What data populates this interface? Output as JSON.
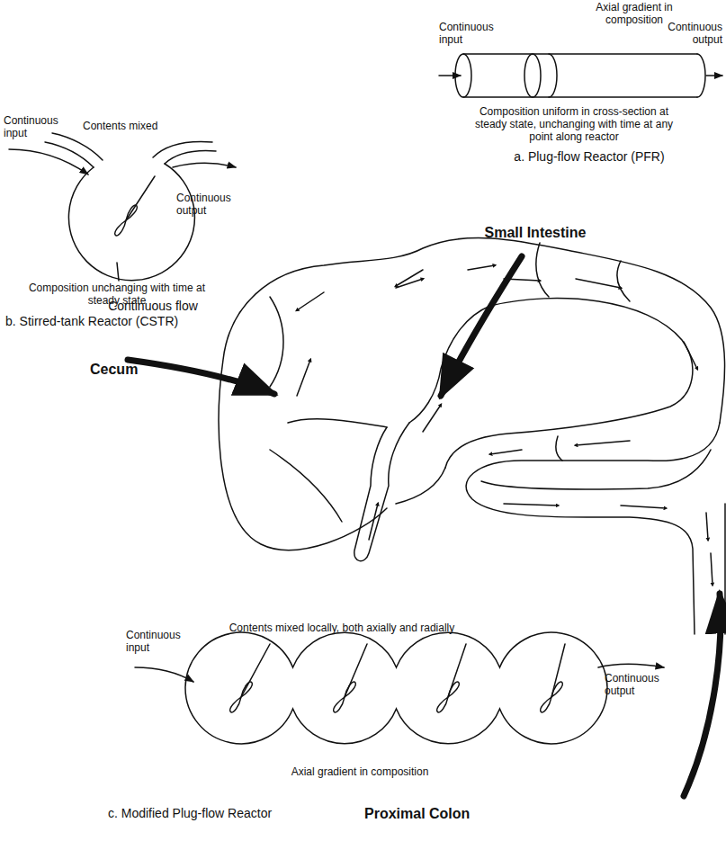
{
  "diagram": {
    "labels": [
      "Axial gradient in composition",
      "Continuous input",
      "Continuous output",
      "Composition uniform in cross-section at steady state, unchanging with time at any point along reactor",
      "a. Plug-flow Reactor (PFR)",
      "Continuous input",
      "Contents mixed",
      "Continuous output",
      "Composition unchanging with time at steady state",
      "Continuous flow",
      "b. Stirred-tank Reactor (CSTR)",
      "Small Intestine",
      "Cecum",
      "Contents mixed locally, both axially and radially",
      "Continuous input",
      "Continuous output",
      "Axial gradient in composition",
      "c. Modified Plug-flow Reactor",
      "Proximal Colon"
    ]
  }
}
